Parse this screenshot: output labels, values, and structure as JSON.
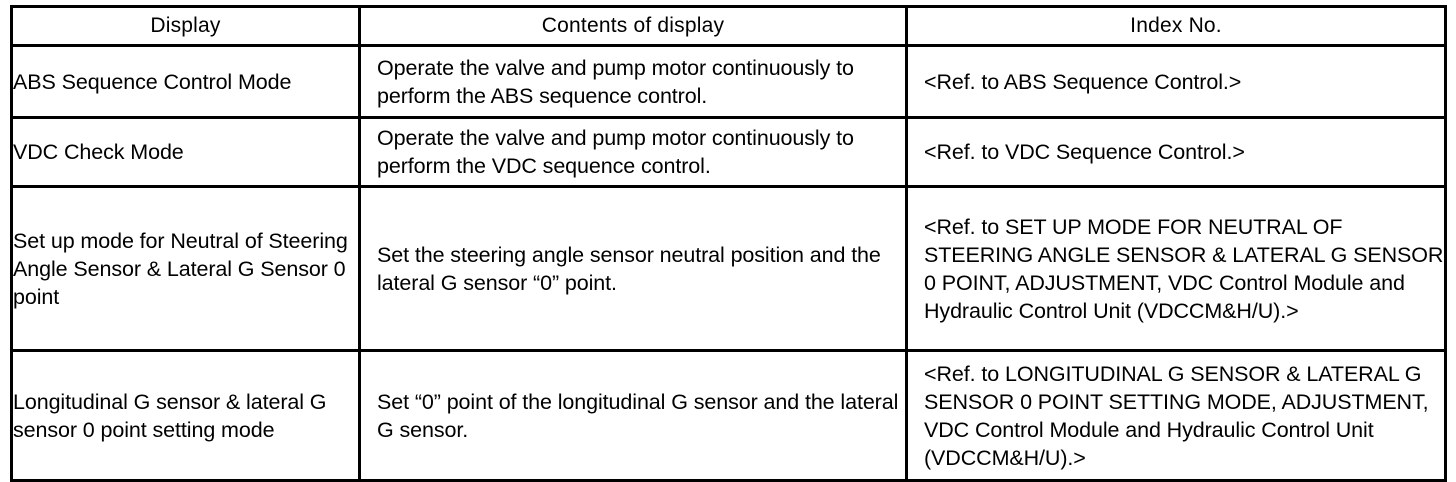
{
  "table": {
    "name": "diagnosis-display-modes-table",
    "columns": [
      {
        "key": "display",
        "label": "Display"
      },
      {
        "key": "contents",
        "label": "Contents of display"
      },
      {
        "key": "index",
        "label": "Index No."
      }
    ],
    "rows": [
      {
        "display": "ABS Sequence Control Mode",
        "contents": "Operate the valve and pump motor continuously to perform the ABS sequence control.",
        "index": "<Ref. to ABS Sequence Control.>"
      },
      {
        "display": "VDC Check Mode",
        "contents": "Operate the valve and pump motor continuously to perform the VDC sequence control.",
        "index": "<Ref. to VDC Sequence Control.>"
      },
      {
        "display": "Set up mode for Neutral of Steering Angle Sensor & Lateral G Sensor 0 point",
        "contents": "Set the steering angle sensor neutral position and the lateral G sensor “0” point.",
        "index": "<Ref. to SET UP MODE FOR NEUTRAL OF STEERING ANGLE SENSOR & LATERAL G SENSOR 0 POINT, ADJUSTMENT, VDC Control Module and Hydraulic Control Unit (VDCCM&H/U).>"
      },
      {
        "display": "Longitudinal G sensor & lateral G sensor 0 point setting mode",
        "contents": "Set “0” point of the longitudinal G sensor and the lateral G sensor.",
        "index": "<Ref. to LONGITUDINAL G SENSOR & LATERAL G SENSOR 0 POINT SETTING MODE, ADJUSTMENT, VDC Control Module and Hydraulic Control Unit (VDCCM&H/U).>"
      }
    ]
  },
  "colors": {
    "border": "#000000",
    "background": "#ffffff",
    "text": "#000000"
  }
}
